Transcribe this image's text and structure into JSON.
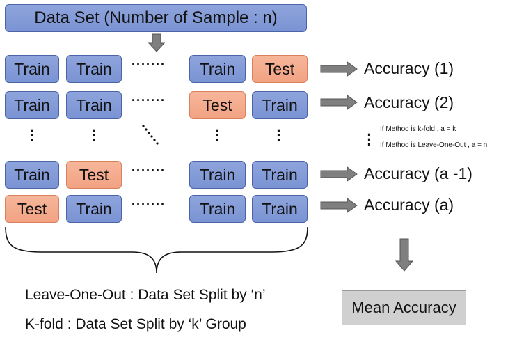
{
  "header": {
    "title": "Data Set (Number of Sample : n)"
  },
  "labels": {
    "train": "Train",
    "test": "Test"
  },
  "rows": [
    {
      "cells": [
        "Train",
        "Train",
        "Train",
        "Test"
      ],
      "accuracy": "Accuracy (1)"
    },
    {
      "cells": [
        "Train",
        "Train",
        "Test",
        "Train"
      ],
      "accuracy": "Accuracy (2)"
    },
    {
      "cells": [
        "Train",
        "Test",
        "Train",
        "Train"
      ],
      "accuracy": "Accuracy (a -1)"
    },
    {
      "cells": [
        "Test",
        "Train",
        "Train",
        "Train"
      ],
      "accuracy": "Accuracy (a)"
    }
  ],
  "notes": {
    "kfold": "If Method is k-fold , a = k",
    "loo": "If Method is Leave-One-Out , a = n"
  },
  "captions": {
    "loo": "Leave-One-Out : Data Set Split by ‘n’",
    "kfold": "K-fold : Data Set Split by ‘k’ Group"
  },
  "result": {
    "label": "Mean Accuracy"
  },
  "colors": {
    "train": "#7f97d6",
    "test": "#f4aa8a",
    "mean": "#d0d0d0",
    "arrow": "#7f7f7f"
  }
}
